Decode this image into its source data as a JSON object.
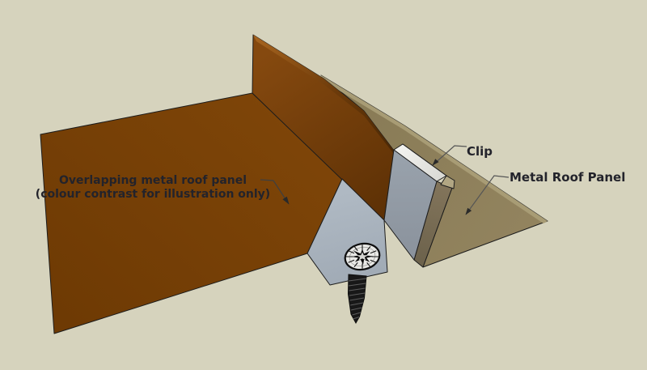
{
  "diagram": {
    "labels": {
      "overlapping_panel_line1": "Overlapping metal roof panel",
      "overlapping_panel_line2": "(colour contrast for illustration only)",
      "clip": "Clip",
      "metal_roof_panel": "Metal Roof Panel"
    },
    "colors": {
      "background": "#d6d3bd",
      "overlapping_panel": "#75400a",
      "overlapping_panel_rib": "#7b440e",
      "metal_roof_panel": "#8d7f5c",
      "metal_roof_panel_edge": "#a89c75",
      "metal_roof_panel_rib": "#7a6d53",
      "clip_face": "#939ca6",
      "clip_cap": "#ececea",
      "clip_base_plate": "#a9b3bd",
      "screw": "#1a1a1a",
      "label_text": "#23232b",
      "leader_line": "#3f3f3f",
      "edge_line": "#1c1c1c"
    }
  }
}
